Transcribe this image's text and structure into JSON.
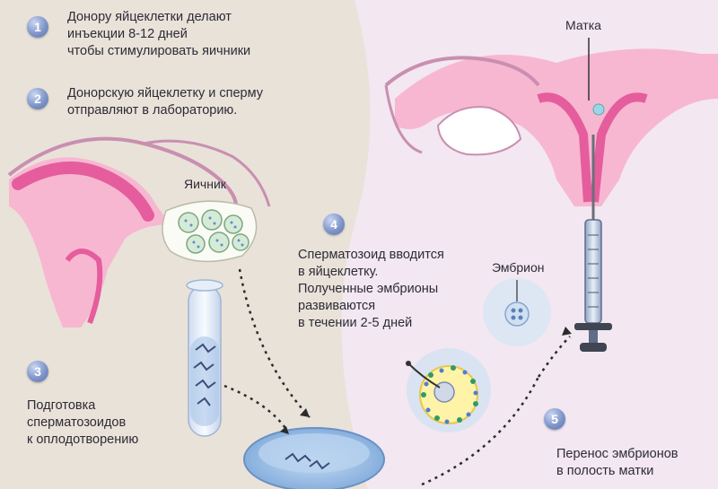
{
  "steps": [
    {
      "number": "1",
      "lines": [
        "Донору яйцеклетки делают",
        "инъекции 8-12 дней",
        "чтобы стимулировать яичники"
      ]
    },
    {
      "number": "2",
      "lines": [
        "Донорскую яйцеклетку и сперму",
        "отправляют в лабораторию."
      ]
    },
    {
      "number": "3",
      "lines": [
        "Подготовка",
        "сперматозоидов",
        "к оплодотворению"
      ]
    },
    {
      "number": "4",
      "lines": [
        "Сперматозоид вводится",
        "в яйцеклетку.",
        "Полученные эмбрионы",
        "развиваются",
        "в течении 2-5 дней"
      ]
    },
    {
      "number": "5",
      "lines": [
        "Перенос эмбрионов",
        "в полость матки"
      ]
    }
  ],
  "labels": {
    "ovary": "Яичник",
    "uterus": "Матка",
    "embryo": "Эмбрион"
  },
  "colors": {
    "background": "#f0e3ef",
    "panel": "#e9e2d3",
    "uterus_pink": "#f4a0c4",
    "uterus_dark_pink": "#e55d9c",
    "badge": "#7f95c9",
    "dish_blue": "#8ab3e0"
  }
}
